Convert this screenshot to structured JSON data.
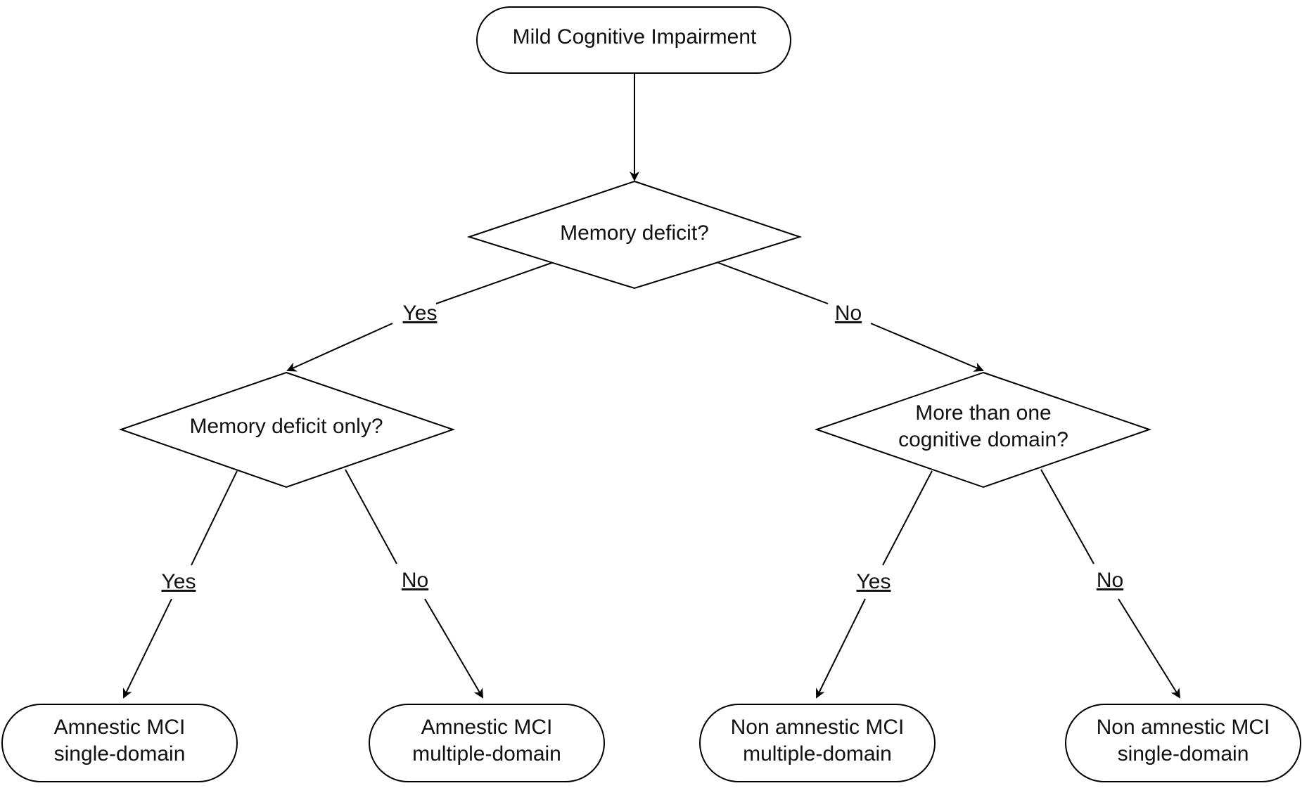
{
  "nodes": {
    "root": "Mild Cognitive Impairment",
    "q_memory": "Memory deficit?",
    "q_memory_only": "Memory deficit only?",
    "q_multi_line1": "More than one",
    "q_multi_line2": "cognitive domain?",
    "leaf_amn_single_line1": "Amnestic MCI",
    "leaf_amn_single_line2": "single-domain",
    "leaf_amn_multi_line1": "Amnestic MCI",
    "leaf_amn_multi_line2": "multiple-domain",
    "leaf_non_multi_line1": "Non amnestic MCI",
    "leaf_non_multi_line2": "multiple-domain",
    "leaf_non_single_line1": "Non amnestic MCI",
    "leaf_non_single_line2": "single-domain"
  },
  "edges": {
    "memory_yes": "Yes",
    "memory_no": "No",
    "only_yes": "Yes",
    "only_no": "No",
    "multi_yes": "Yes",
    "multi_no": "No"
  },
  "colors": {
    "stroke": "#000000",
    "background": "#ffffff",
    "text": "#111111"
  }
}
